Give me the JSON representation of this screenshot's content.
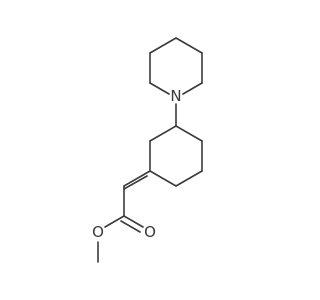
{
  "molecule": {
    "atoms": {
      "nitrogen": "N",
      "carbonyl_oxygen": "O",
      "ester_oxygen": "O"
    },
    "colors": {
      "bond": "#3a3a3a",
      "label": "#3a3a3a",
      "background": "#ffffff"
    }
  }
}
